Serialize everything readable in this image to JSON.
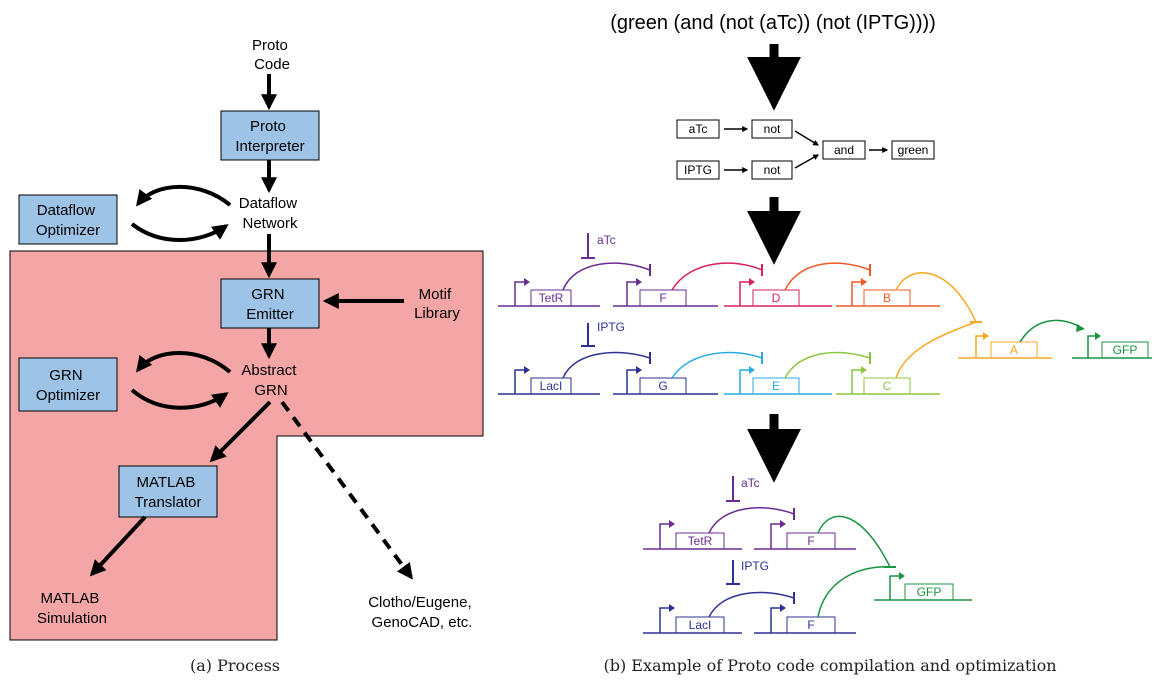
{
  "process": {
    "proto_code": [
      "Proto",
      "Code"
    ],
    "proto_interpreter": [
      "Proto",
      "Interpreter"
    ],
    "dataflow_network": [
      "Dataflow",
      "Network"
    ],
    "dataflow_optimizer": [
      "Dataflow",
      "Optimizer"
    ],
    "grn_emitter": [
      "GRN",
      "Emitter"
    ],
    "motif_library": [
      "Motif",
      "Library"
    ],
    "abstract_grn": [
      "Abstract",
      "GRN"
    ],
    "grn_optimizer": [
      "GRN",
      "Optimizer"
    ],
    "matlab_translator": [
      "MATLAB",
      "Translator"
    ],
    "matlab_simulation": [
      "MATLAB",
      "Simulation"
    ],
    "clotho": [
      "Clotho/Eugene,",
      "GenoCAD, etc."
    ],
    "caption": "(a) Process"
  },
  "example": {
    "formula": "(green (and (not (aTc)) (not (IPTG))))",
    "dataflow": {
      "atc": "aTc",
      "not1": "not",
      "iptg": "IPTG",
      "not2": "not",
      "and": "and",
      "green": "green"
    },
    "grn_full": {
      "atc": "aTc",
      "iptg": "IPTG",
      "genes": {
        "tetr": "TetR",
        "f": "F",
        "d": "D",
        "b": "B",
        "laci": "LacI",
        "g": "G",
        "e": "E",
        "c": "C",
        "a": "A",
        "gfp": "GFP"
      }
    },
    "grn_opt": {
      "atc": "aTc",
      "iptg": "IPTG",
      "genes": {
        "tetr": "TetR",
        "f1": "F",
        "laci": "LacI",
        "f2": "F",
        "gfp": "GFP"
      }
    },
    "caption": "(b) Example of Proto code compilation and optimization"
  },
  "colors": {
    "box_fill": "#9dc3e6",
    "region_fill": "#f4a6a6",
    "purple": "#6a2c91",
    "navy": "#2e3192",
    "magenta": "#d6215b",
    "orange_red": "#ef5a28",
    "orange": "#f7a823",
    "cyan": "#29abe2",
    "lime": "#8cc63f",
    "green": "#1a9442"
  }
}
